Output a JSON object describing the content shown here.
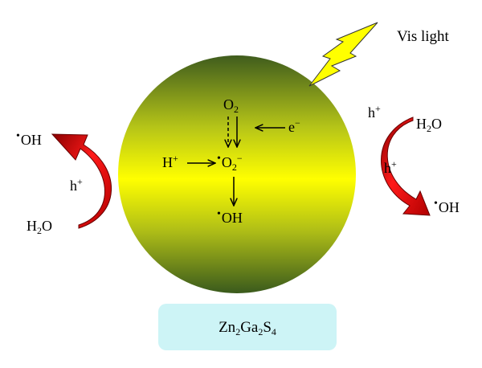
{
  "light_label": "Vis light",
  "caption": {
    "prefix": "Zn",
    "sub1": "2",
    "mid": "Ga",
    "sub2": "2",
    "s": "S",
    "sub3": "4"
  },
  "inside": {
    "o2": {
      "base": "O",
      "sub": "2"
    },
    "electron": {
      "base": "e",
      "sup": "−"
    },
    "proton": {
      "base": "H",
      "sup": "+"
    },
    "superoxide": {
      "dot": "•",
      "base": "O",
      "sub": "2",
      "sup": "−"
    },
    "hydroxyl": {
      "dot": "•",
      "base": "OH"
    }
  },
  "left": {
    "product": {
      "dot": "•",
      "base": "OH"
    },
    "hole": {
      "base": "h",
      "sup": "+"
    },
    "reactant": {
      "base": "H",
      "sub": "2",
      "tail": "O"
    }
  },
  "right": {
    "hole_top": {
      "base": "h",
      "sup": "+"
    },
    "reactant": {
      "base": "H",
      "sub": "2",
      "tail": "O"
    },
    "hole_mid": {
      "base": "h",
      "sup": "+"
    },
    "product": {
      "dot": "•",
      "base": "OH"
    }
  },
  "colors": {
    "sphere_top": "#3f5c1d",
    "sphere_mid": "#ffff00",
    "sphere_bottom": "#3a5a1c",
    "bolt_fill": "#ffff00",
    "arrow_red": "#ee1111",
    "caption_bg": "#cdf4f6"
  },
  "icons": [
    "lightning-bolt-icon",
    "curved-arrow-icon"
  ]
}
